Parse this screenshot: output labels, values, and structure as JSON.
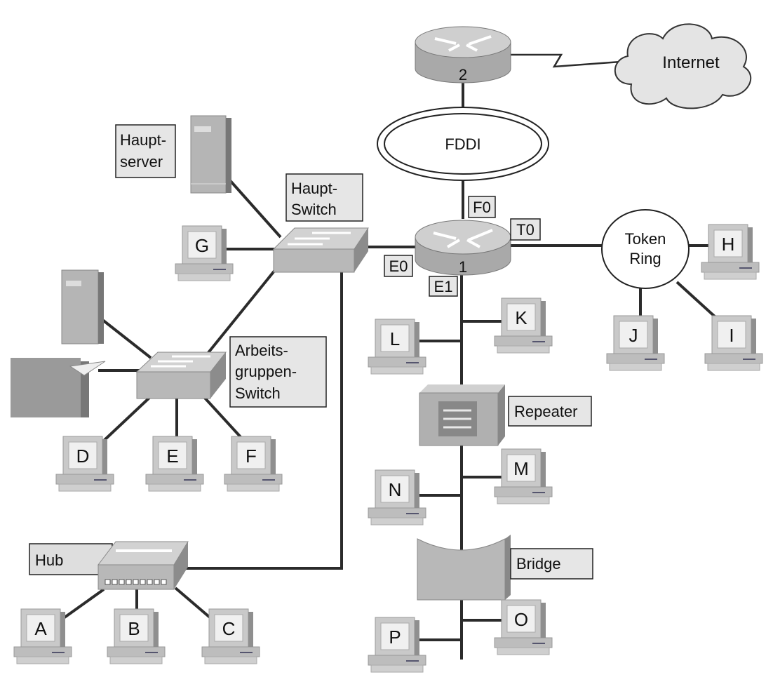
{
  "router_top": {
    "label": "2"
  },
  "router_main": {
    "label": "1"
  },
  "internet": {
    "label": "Internet"
  },
  "fddi": {
    "label": "FDDI"
  },
  "interfaces": {
    "f0": "F0",
    "t0": "T0",
    "e0": "E0",
    "e1": "E1"
  },
  "token_ring": {
    "line1": "Token",
    "line2": "Ring"
  },
  "main_server": {
    "line1": "Haupt-",
    "line2": "server"
  },
  "main_switch": {
    "line1": "Haupt-",
    "line2": "Switch"
  },
  "workgroup_switch": {
    "line1": "Arbeits-",
    "line2": "gruppen-",
    "line3": "Switch"
  },
  "hub": {
    "label": "Hub"
  },
  "repeater": {
    "label": "Repeater"
  },
  "bridge": {
    "label": "Bridge"
  },
  "computers": [
    "A",
    "B",
    "C",
    "D",
    "E",
    "F",
    "G",
    "H",
    "I",
    "J",
    "K",
    "L",
    "M",
    "N",
    "O",
    "P"
  ],
  "colors": {
    "device": "#b8b8b8",
    "label_box": "#e6e6e6",
    "link": "#2b2b2b"
  }
}
